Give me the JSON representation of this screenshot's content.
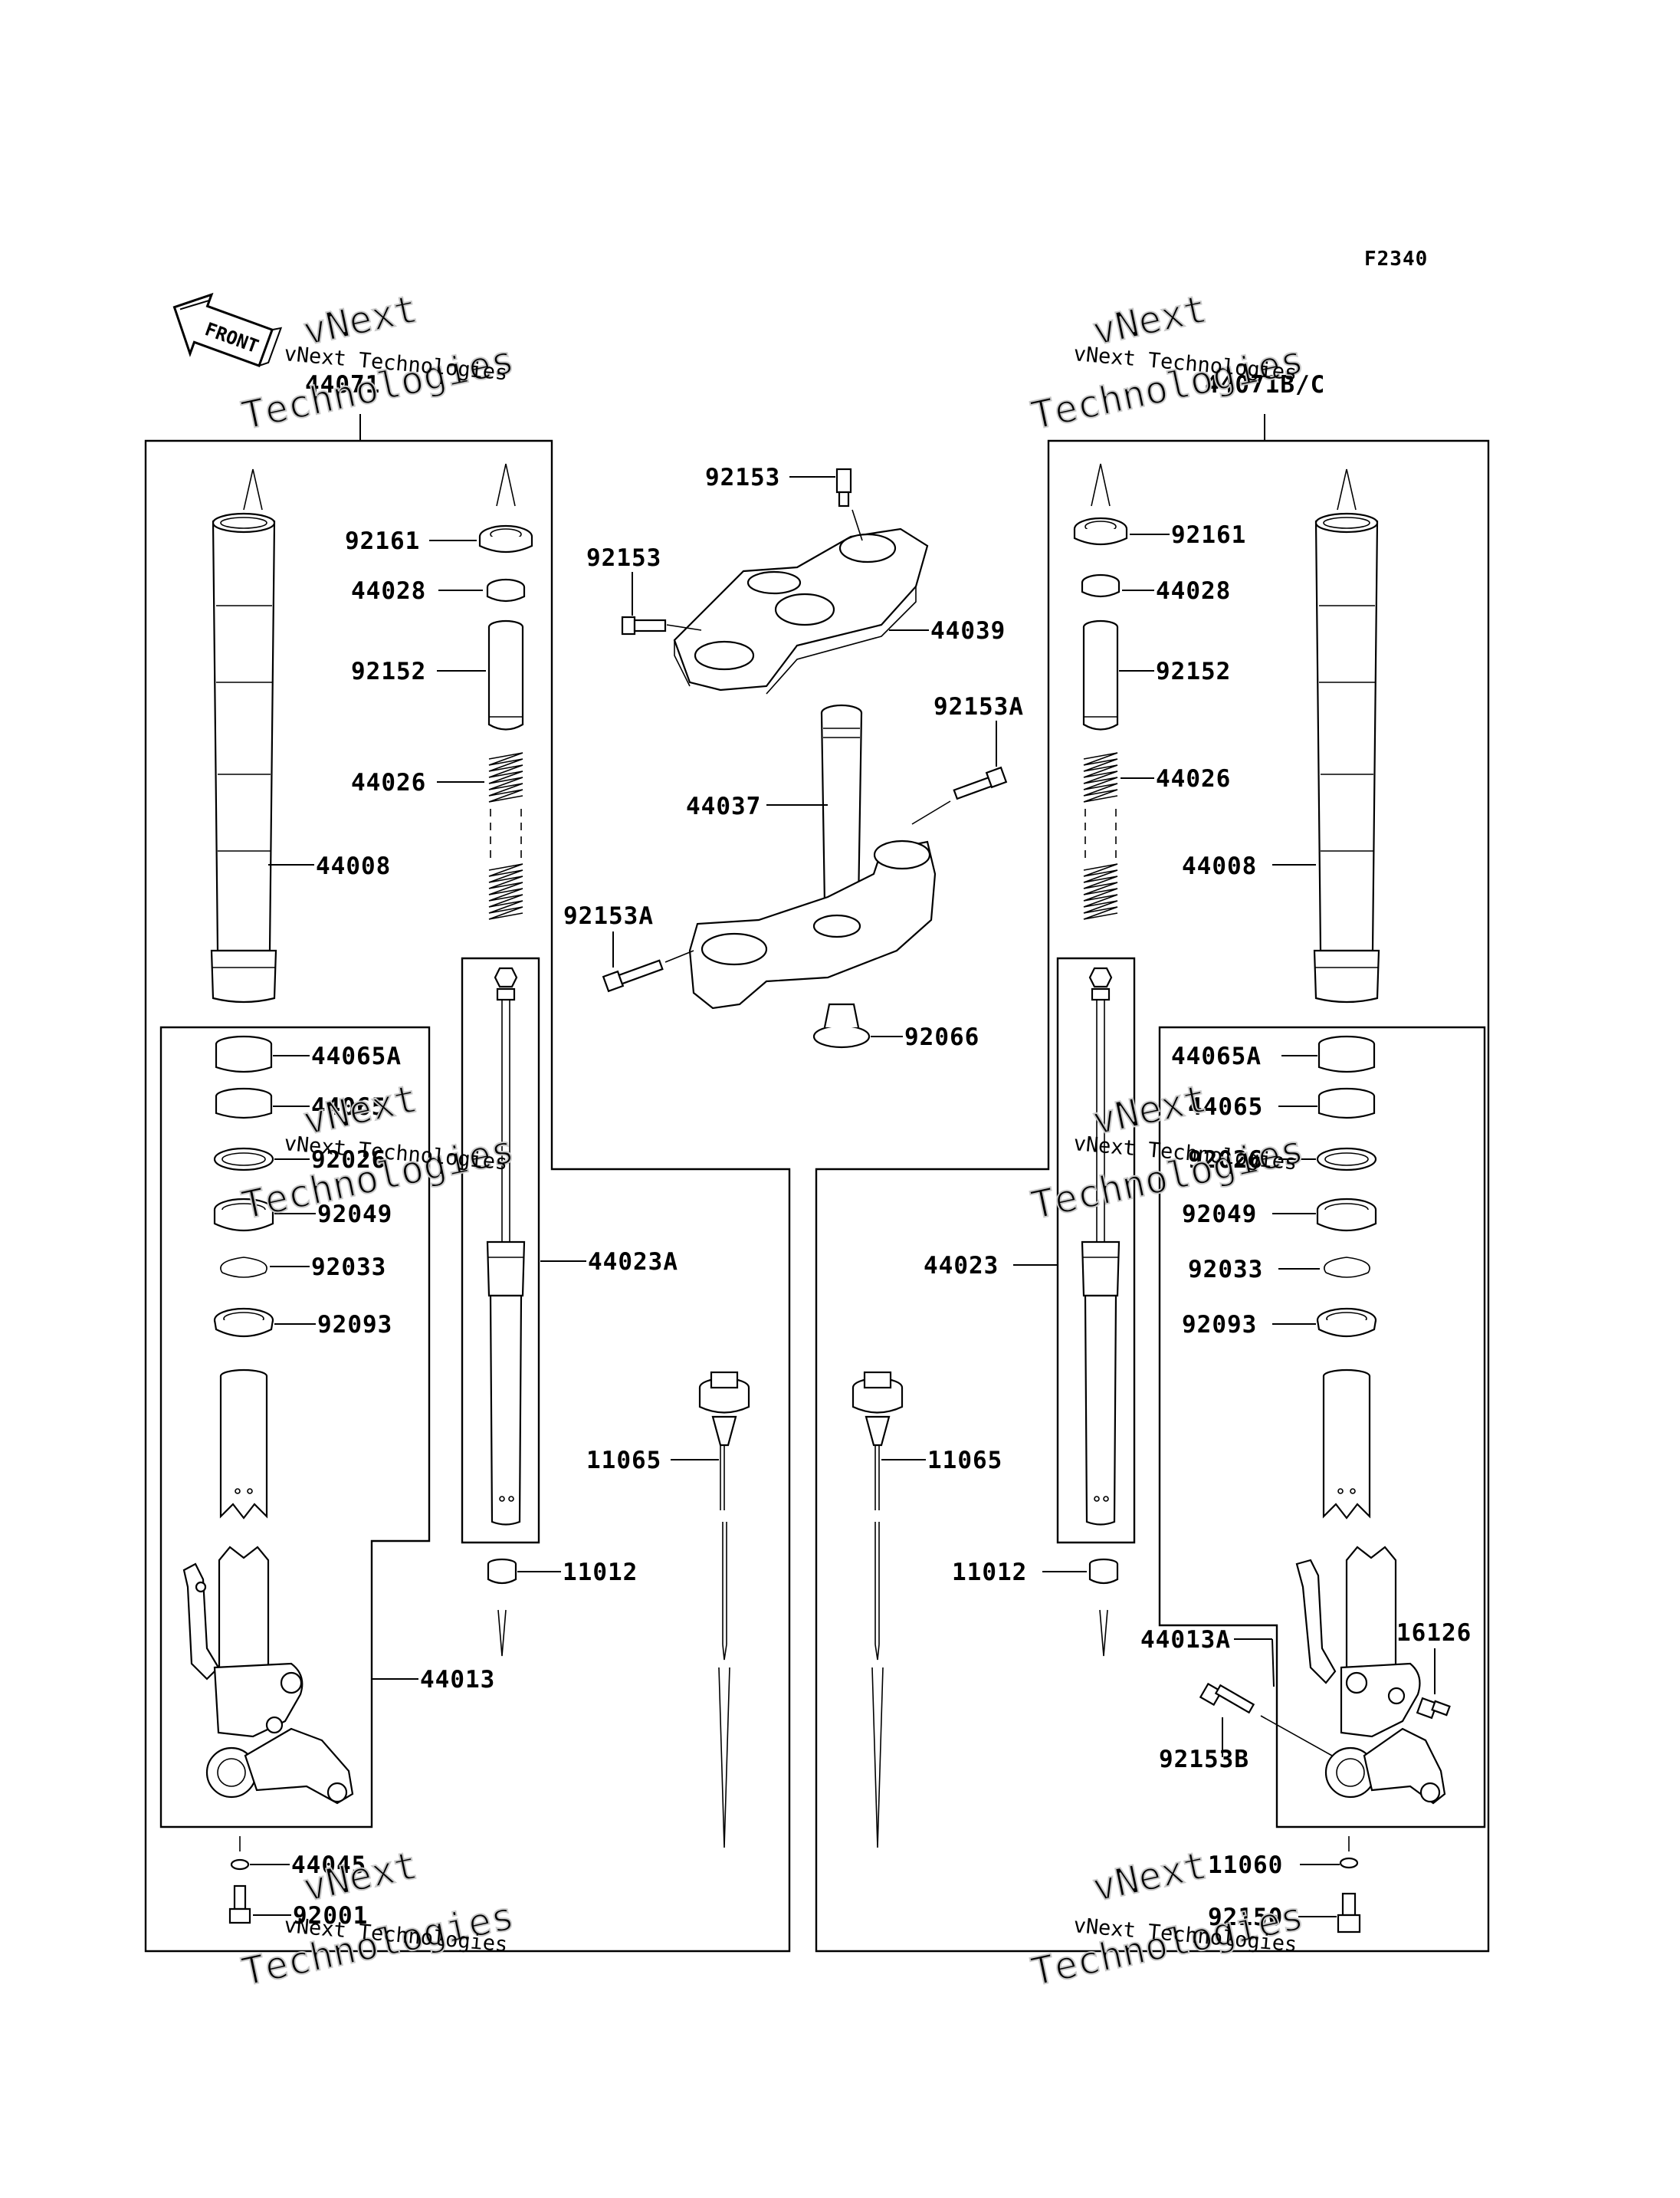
{
  "figure_code": "F2340",
  "front_arrow_label": "FRONT",
  "watermark": {
    "line1": "vNext",
    "line2": "Technologies",
    "caption": "vNext Technologies"
  },
  "assemblies": {
    "left": "44071",
    "right": "44071B/C"
  },
  "labels": {
    "l_92161": "92161",
    "l_44028": "44028",
    "l_92152": "92152",
    "l_44026": "44026",
    "l_44008": "44008",
    "l_44065A": "44065A",
    "l_44065": "44065",
    "l_92026": "92026",
    "l_92049": "92049",
    "l_92033": "92033",
    "l_92093": "92093",
    "l_44023A": "44023A",
    "l_11065": "11065",
    "l_11012": "11012",
    "l_44013": "44013",
    "l_44045": "44045",
    "l_92001": "92001",
    "c_92153_top": "92153",
    "c_92153_left": "92153",
    "c_44039": "44039",
    "c_92153A_right": "92153A",
    "c_44037": "44037",
    "c_92153A_left": "92153A",
    "c_92066": "92066",
    "r_92161": "92161",
    "r_44028": "44028",
    "r_92152": "92152",
    "r_44026": "44026",
    "r_44008": "44008",
    "r_44065A": "44065A",
    "r_44065": "44065",
    "r_92026": "92026",
    "r_92049": "92049",
    "r_92033": "92033",
    "r_92093": "92093",
    "r_44023": "44023",
    "r_11065": "11065",
    "r_11012": "11012",
    "r_44013A": "44013A",
    "r_16126": "16126",
    "r_92153B": "92153B",
    "r_11060": "11060",
    "r_92150": "92150"
  }
}
